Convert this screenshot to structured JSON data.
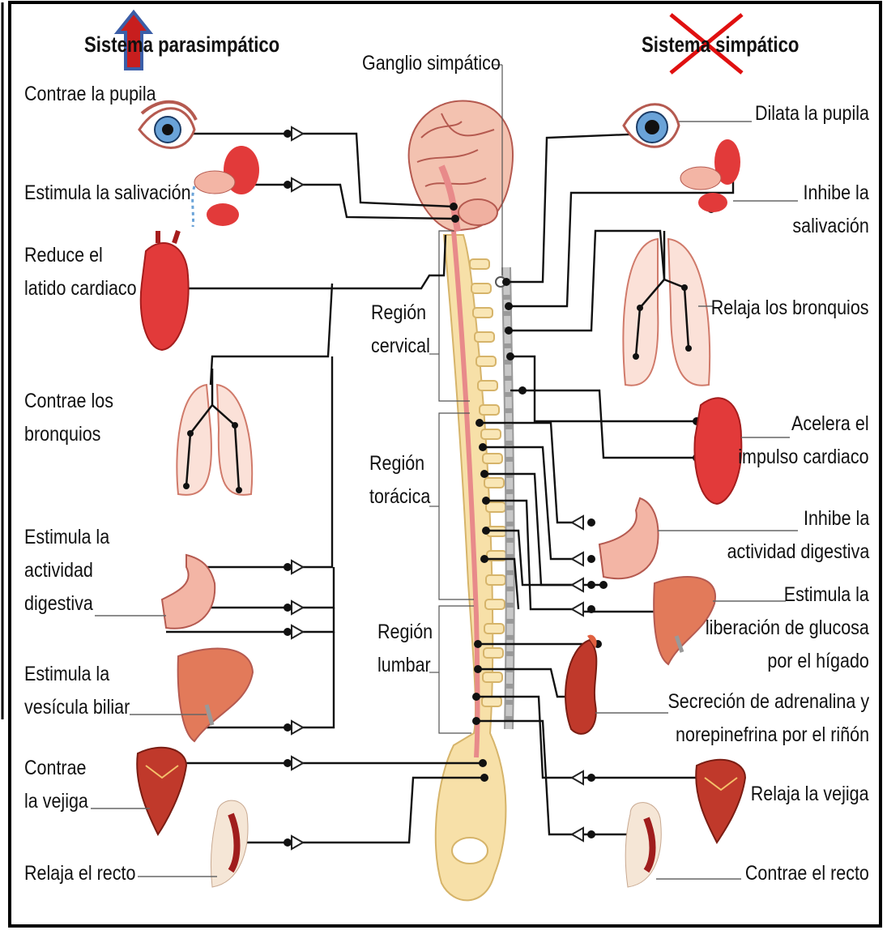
{
  "titles": {
    "parasympathetic": "Sistema parasimpático",
    "sympathetic": "Sistema simpático"
  },
  "center": {
    "ganglion": "Ganglio simpático",
    "cervical": [
      "Región",
      "cervical"
    ],
    "thoracic": [
      "Región",
      "torácica"
    ],
    "lumbar": [
      "Región",
      "lumbar"
    ]
  },
  "parasympathetic": {
    "pupil": [
      "Contrae la pupila"
    ],
    "saliva": [
      "Estimula la salivación"
    ],
    "heart": [
      "Reduce el",
      "latido cardiaco"
    ],
    "bronchi": [
      "Contrae los",
      "bronquios"
    ],
    "digest": [
      "Estimula la",
      "actividad",
      "digestiva"
    ],
    "gallbladder": [
      "Estimula la",
      "vesícula biliar"
    ],
    "bladder": [
      "Contrae",
      "la vejiga"
    ],
    "rectum": [
      "Relaja el recto"
    ]
  },
  "sympathetic": {
    "pupil": [
      "Dilata la pupila"
    ],
    "saliva": [
      "Inhibe la",
      "salivación"
    ],
    "bronchi": [
      "Relaja los bronquios"
    ],
    "heart": [
      "Acelera el",
      "impulso cardiaco"
    ],
    "digest": [
      "Inhibe la",
      "actividad digestiva"
    ],
    "glucose": [
      "Estimula la",
      "liberación de glucosa",
      "por el hígado"
    ],
    "adrenal": [
      "Secreción de adrenalina y",
      "norepinefrina por el riñón"
    ],
    "bladder": [
      "Relaja la vejiga"
    ],
    "rectum": [
      "Contrae el recto"
    ]
  },
  "colors": {
    "border": "#000000",
    "organ_red": "#e23a3a",
    "organ_pink": "#f3b5a5",
    "bone": "#f7e0a8",
    "spinal_cord": "#e88a8a",
    "ganglion_chain": "#b5b5b5",
    "arrow_up": "#c81e1e",
    "arrow_up_outline": "#3b5ea8",
    "cross": "#e01010"
  }
}
